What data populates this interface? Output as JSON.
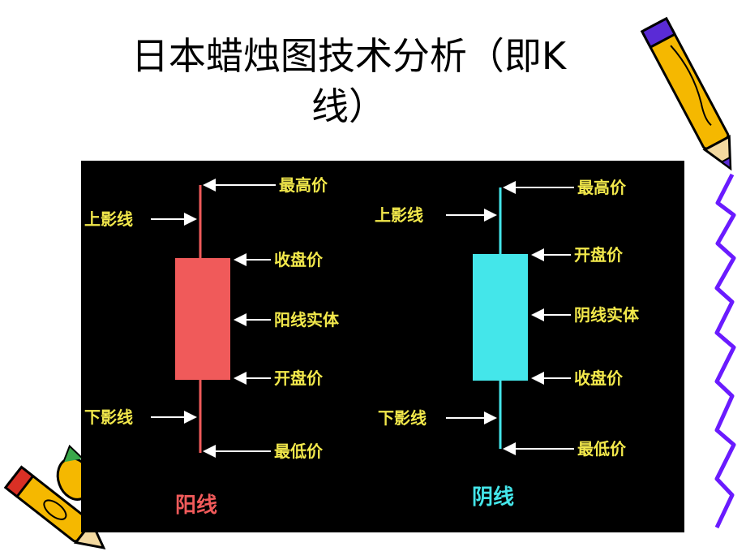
{
  "title": {
    "line1": "日本蜡烛图技术分析（即K",
    "line2": "线）"
  },
  "yang": {
    "caption": "阳线",
    "color": "#f05a5a",
    "labels": {
      "high": "最高价",
      "upper_shadow": "上影线",
      "close": "收盘价",
      "body": "阳线实体",
      "open": "开盘价",
      "lower_shadow": "下影线",
      "low": "最低价"
    }
  },
  "yin": {
    "caption": "阴线",
    "color": "#44e6ea",
    "labels": {
      "high": "最高价",
      "upper_shadow": "上影线",
      "open": "开盘价",
      "body": "阴线实体",
      "close": "收盘价",
      "lower_shadow": "下影线",
      "low": "最低价"
    }
  },
  "colors": {
    "label": "#f2e84b",
    "arrow": "#ffffff",
    "panel": "#000000"
  },
  "icons": [
    "pencil-icon",
    "pencil-icon"
  ]
}
